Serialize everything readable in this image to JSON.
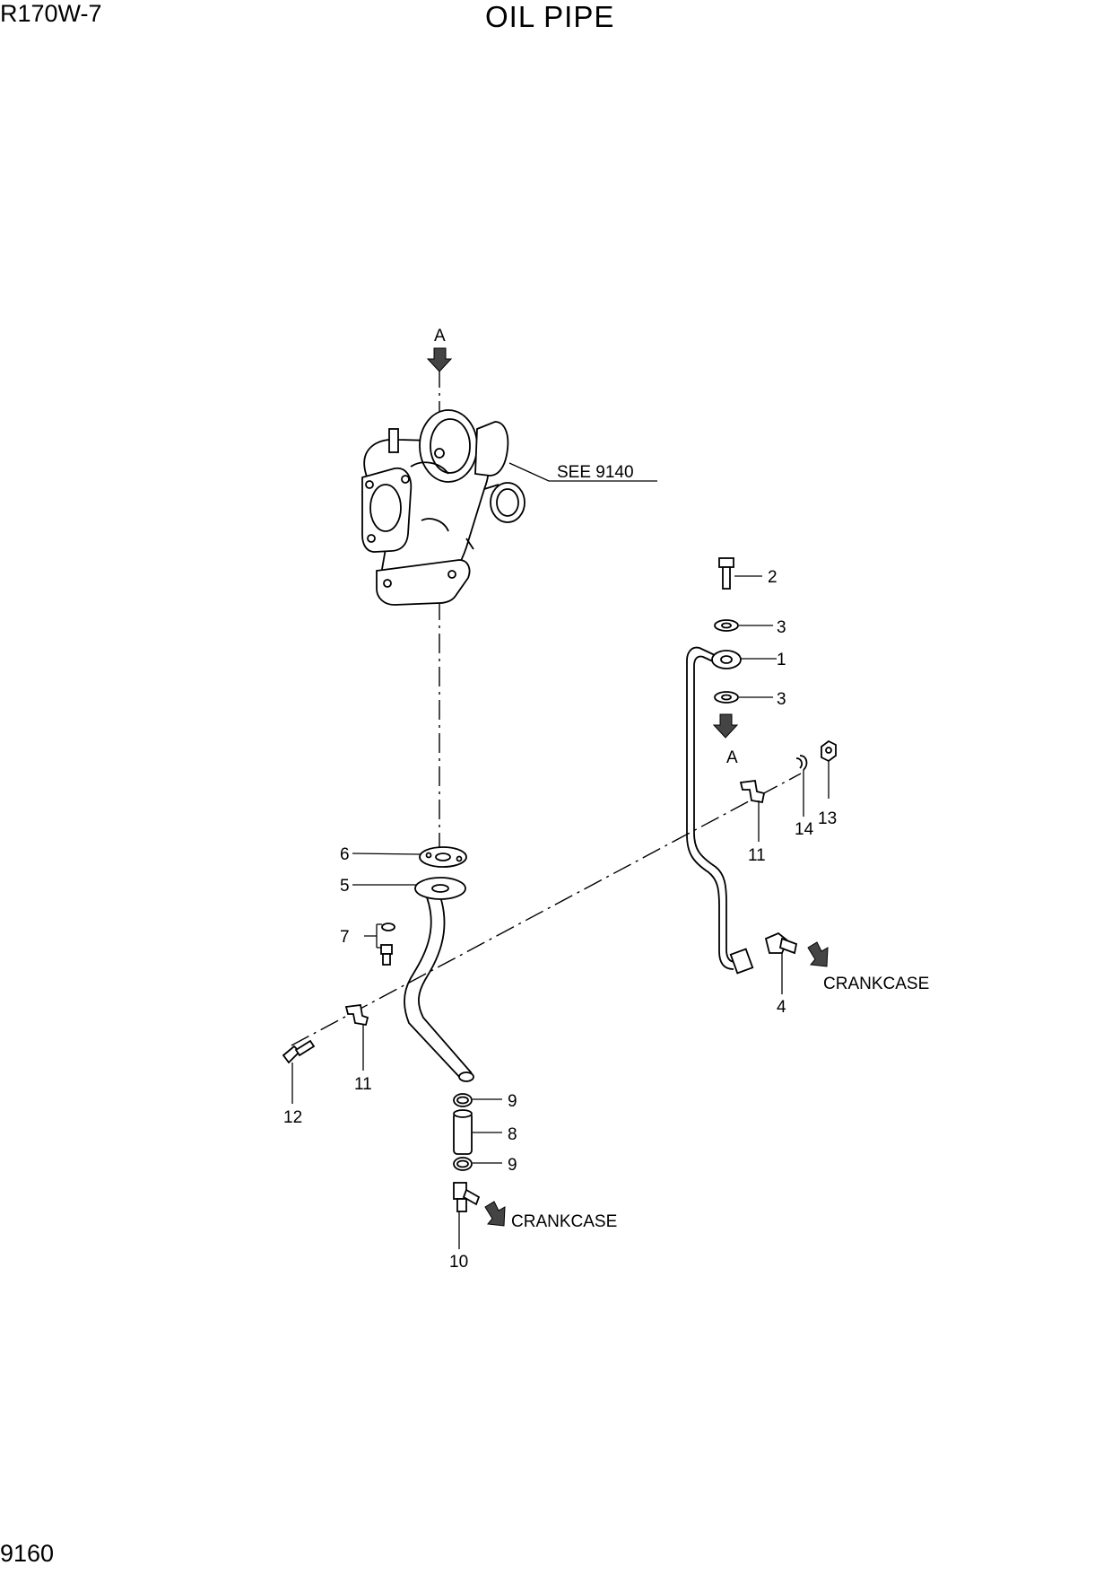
{
  "header": {
    "model": "R170W-7",
    "title": "OIL PIPE"
  },
  "footer": {
    "page_number": "9160"
  },
  "diagram": {
    "callouts": {
      "c1": "1",
      "c2": "2",
      "c3a": "3",
      "c3b": "3",
      "c4": "4",
      "c5": "5",
      "c6": "6",
      "c7": "7",
      "c8": "8",
      "c9a": "9",
      "c9b": "9",
      "c10": "10",
      "c11a": "11",
      "c11b": "11",
      "c12": "12",
      "c13": "13",
      "c14": "14"
    },
    "view_markers": {
      "top": "A",
      "side": "A"
    },
    "references": {
      "see": "SEE 9140"
    },
    "destinations": {
      "crankcase_upper": "CRANKCASE",
      "crankcase_lower": "CRANKCASE"
    }
  }
}
